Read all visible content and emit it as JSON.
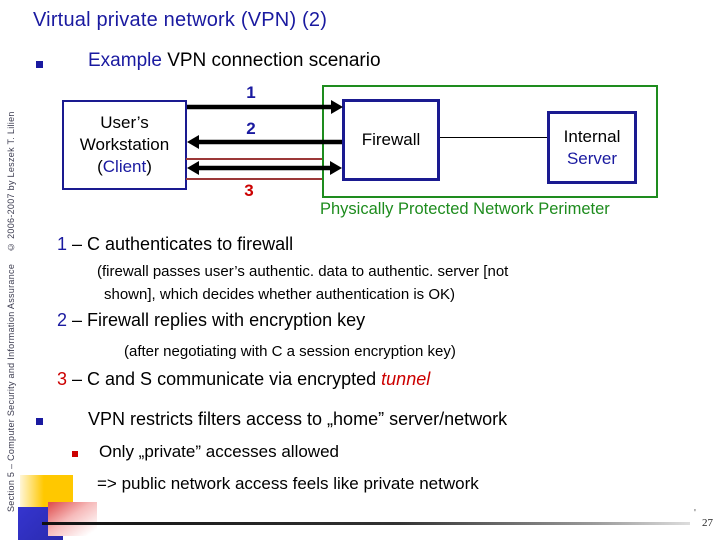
{
  "slide": {
    "title": "Virtual private network (VPN) (2)",
    "page_number": "27",
    "tick": "'"
  },
  "sidebar": {
    "copyright": "© 2006-2007 by Leszek T. Lilien",
    "section": "Section 5 – Computer Security and Information Assurance"
  },
  "lead_bullet": {
    "em": "Example",
    "rest": " VPN connection scenario"
  },
  "diagram": {
    "client_box": {
      "line1": "User’s",
      "line2": "Workstation",
      "line3_open": "(",
      "line3_name": "Client",
      "line3_close": ")"
    },
    "firewall_label": "Firewall",
    "server_line1": "Internal",
    "server_line2": "Server",
    "perimeter_label": "Physically Protected Network Perimeter",
    "arrow_labels": {
      "a1": "1",
      "a2": "2",
      "a3": "3"
    }
  },
  "steps": {
    "s1_num": "1",
    "s1_text": " – C authenticates to firewall",
    "s1_note_line1": "(firewall passes user’s authentic. data to authentic. server [not",
    "s1_note_line2": "shown], which decides whether authentication is OK)",
    "s2_num": "2",
    "s2_text": " – Firewall replies with encryption key",
    "s2_note": "(after negotiating with C a session encryption key)",
    "s3_num": "3",
    "s3_text": " – C and S communicate via encrypted ",
    "s3_em": "tunnel"
  },
  "bottom_bullets": {
    "vpn_restricts": "VPN restricts filters access to „home” server/network",
    "only_private": "Only „private” accesses allowed",
    "arrow_line": "=> public network access feels like private network"
  },
  "colors": {
    "navy": "#1a1aa0",
    "red": "#cc0000",
    "tunnel_dark_red": "#9c3838",
    "green": "#1e8c1e",
    "deco_yellow": "#ffc800",
    "deco_blue": "#2f2fc0",
    "deco_pink": "#e05454"
  }
}
